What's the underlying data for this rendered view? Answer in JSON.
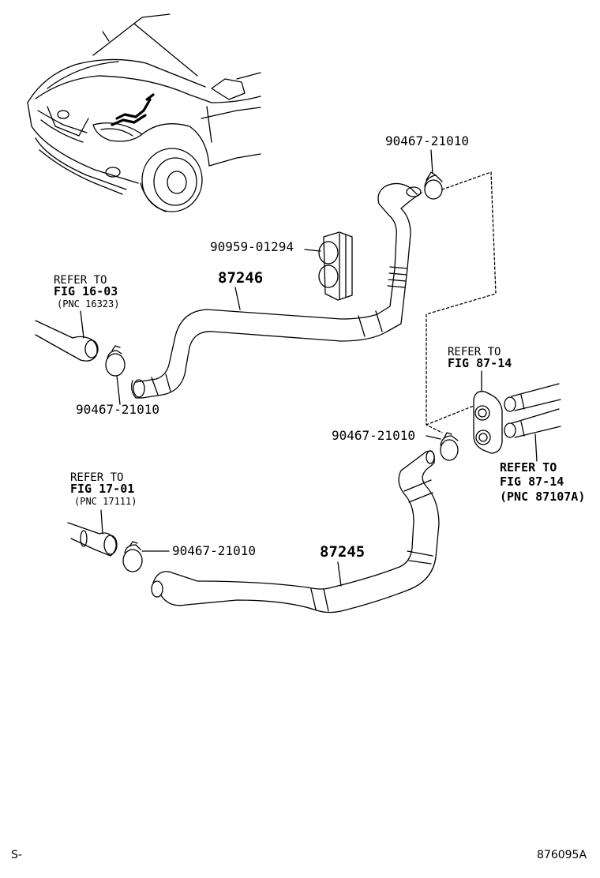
{
  "labels": {
    "clamp_top": "90467-21010",
    "clip": "90959-01294",
    "hose_upper": "87246",
    "clamp_upper_left": "90467-21010",
    "clamp_middle": "90467-21010",
    "clamp_lower": "90467-21010",
    "hose_lower": "87245"
  },
  "references": {
    "ref_16_03": {
      "line1": "REFER TO",
      "line2": "FIG 16-03",
      "line3": "(PNC 16323)"
    },
    "ref_17_01": {
      "line1": "REFER TO",
      "line2": "FIG 17-01",
      "line3": "(PNC 17111)"
    },
    "ref_87_14_grommet": {
      "line1": "REFER TO",
      "line2": "FIG 87-14"
    },
    "ref_87_14_pipes": {
      "line1": "REFER TO",
      "line2": "FIG 87-14",
      "line3": "(PNC 87107A)"
    }
  },
  "footer": {
    "left": "S-",
    "right": "876095A"
  },
  "colors": {
    "ink": "#000000",
    "paper": "#ffffff"
  }
}
